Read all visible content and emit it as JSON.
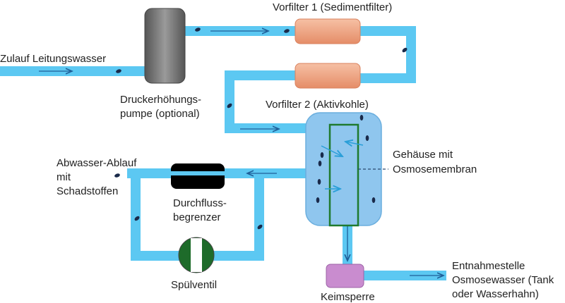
{
  "colors": {
    "pipe": "#5cc8f2",
    "arrow": "#1f5f99",
    "housing": "#8fc6ee",
    "membrane": "#1f7a2e",
    "filter": "#f0a07e",
    "pump": "#707070",
    "valve": "#1e6b2a",
    "germ_barrier": "#c98ccf"
  },
  "labels": {
    "inlet": "Zulauf Leitungswasser",
    "pump_line1": "Druckerhöhungs-",
    "pump_line2": "pumpe (optional)",
    "prefilter1": "Vorfilter 1 (Sedimentfilter)",
    "prefilter2": "Vorfilter 2 (Aktivkohle)",
    "housing_line1": "Gehäuse mit",
    "housing_line2": "Osmosemembran",
    "waste_line1": "Abwasser-Ablauf",
    "waste_line2": "mit",
    "waste_line3": "Schadstoffen",
    "restrictor_line1": "Durchfluss-",
    "restrictor_line2": "begrenzer",
    "flush_valve": "Spülventil",
    "germ_barrier": "Keimsperre",
    "outlet_line1": "Entnahmestelle",
    "outlet_line2": "Osmosewasser (Tank",
    "outlet_line3": "oder Wasserhahn)"
  }
}
